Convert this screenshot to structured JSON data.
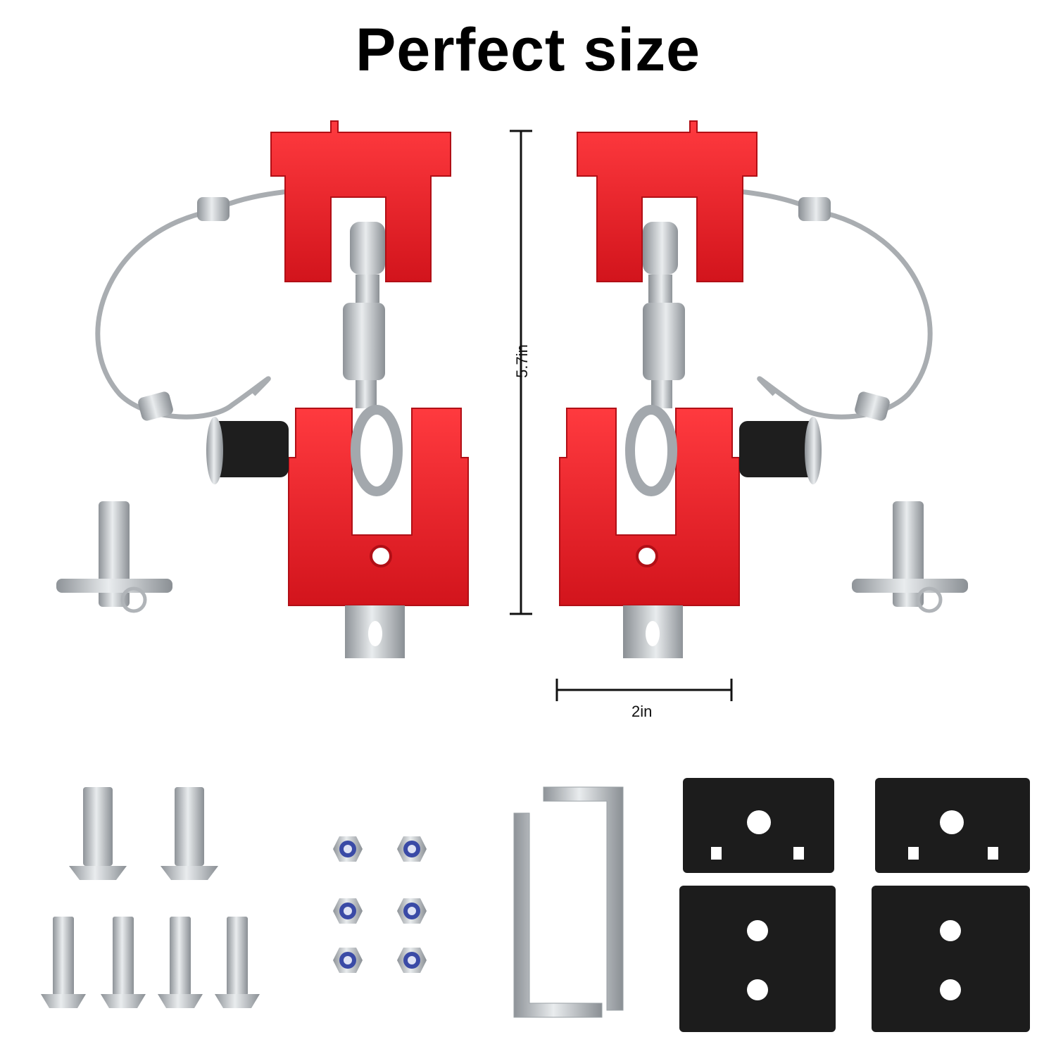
{
  "title": "Perfect size",
  "dimensions": {
    "height_label": "5.7in",
    "width_label": "2in"
  },
  "colors": {
    "latch_red": "#e51b23",
    "metal": "#b8bcc0",
    "pad_black": "#1c1c1c",
    "nut_blue": "#3a4aa6"
  },
  "parts": {
    "latch_count": 2,
    "key_count": 2,
    "large_screw_count": 2,
    "small_screw_count": 4,
    "nut_count": 6,
    "hex_key_count": 2,
    "pad_count": 4
  }
}
